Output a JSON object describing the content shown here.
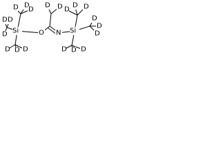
{
  "molecule": {
    "atoms": {
      "d": "D",
      "si": "Si",
      "o": "O",
      "n": "N"
    },
    "bond_order": {
      "n_to_c": 2
    }
  },
  "colors": {
    "ink": "#000000",
    "background": "#ffffff"
  }
}
